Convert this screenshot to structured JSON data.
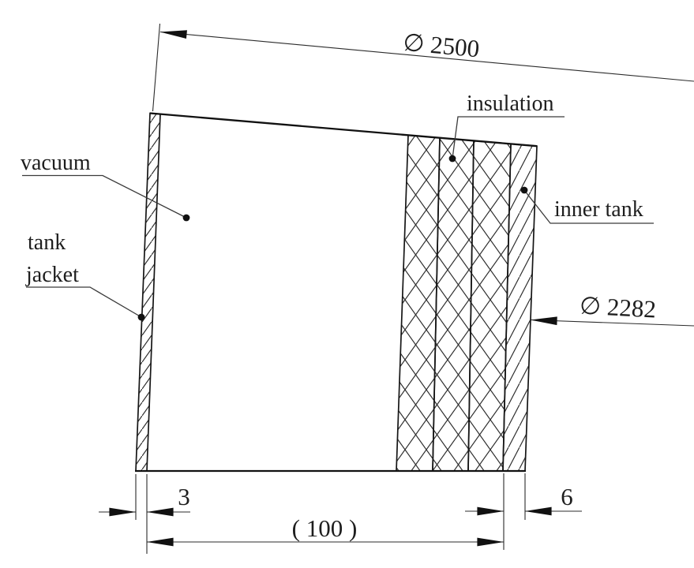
{
  "diagram": {
    "description": "tank wall cross-section",
    "labels": {
      "vacuum": "vacuum",
      "tank_jacket_line1": "tank",
      "tank_jacket_line2": "jacket",
      "insulation": "insulation",
      "inner_tank": "inner tank"
    },
    "dimensions": {
      "outer_diameter": "∅ 2500",
      "inner_diameter": "∅ 2282",
      "jacket_thickness": "3",
      "inner_tank_thickness": "6",
      "wall_gap_reference": "( 100 )"
    },
    "colors": {
      "ink": "#1e1e1e",
      "background": "#ffffff"
    }
  }
}
